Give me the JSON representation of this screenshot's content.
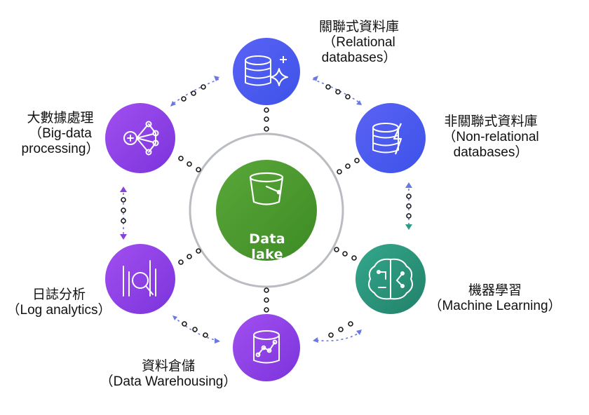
{
  "center": {
    "label": "Data lake",
    "icon": "bucket-icon",
    "color": "#4f9a31"
  },
  "nodes": [
    {
      "id": "relational",
      "icon": "database-sparkle-icon",
      "color": "#4f5df0",
      "label_zh": "關聯式資料庫",
      "label_en_1": "（Relational",
      "label_en_2": "databases）"
    },
    {
      "id": "nonrelational",
      "icon": "database-lightning-icon",
      "color": "#4b5cf0",
      "label_zh": "非關聯式資料庫",
      "label_en_1": "（Non-relational",
      "label_en_2": "databases）"
    },
    {
      "id": "ml",
      "icon": "brain-circuit-icon",
      "color": "#2e9c83",
      "label_zh": "機器學習",
      "label_en_1": "（Machine Learning）"
    },
    {
      "id": "warehouse",
      "icon": "database-chart-icon",
      "color": "#8a3fe0",
      "label_zh": "資料倉儲",
      "label_en_1": "（Data Warehousing）"
    },
    {
      "id": "log",
      "icon": "chart-magnifier-icon",
      "color": "#8a3fe0",
      "label_zh": "日誌分析",
      "label_en_1": "（Log analytics）"
    },
    {
      "id": "bigdata",
      "icon": "network-nodes-icon",
      "color": "#8a3fe0",
      "label_zh": "大數據處理",
      "label_en_1": "（Big-data",
      "label_en_2": "processing）"
    }
  ]
}
